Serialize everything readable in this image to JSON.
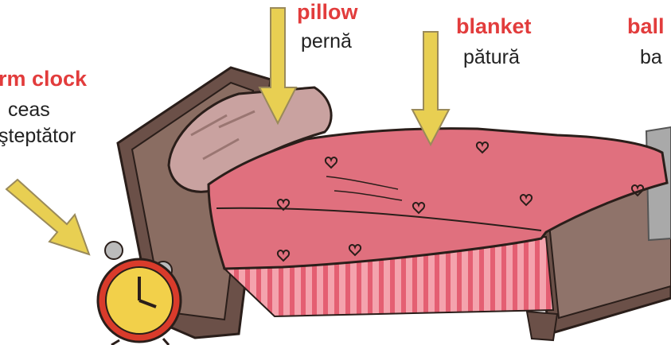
{
  "labels": {
    "alarm_clock": {
      "english": "rm clock",
      "romanian_line1": "ceas",
      "romanian_line2": "şteptător"
    },
    "pillow": {
      "english": "pillow",
      "romanian": "pernă"
    },
    "blanket": {
      "english": "blanket",
      "romanian": "pătură"
    },
    "ball": {
      "english": "ball",
      "romanian": "ba"
    }
  },
  "colors": {
    "english_label": "#e23c3c",
    "romanian_label": "#222222",
    "arrow_fill": "#e8cf52",
    "blanket": "#e0707e",
    "bed_frame": "#6b5048",
    "clock_face": "#f2d04a",
    "clock_rim": "#d93b2b"
  }
}
